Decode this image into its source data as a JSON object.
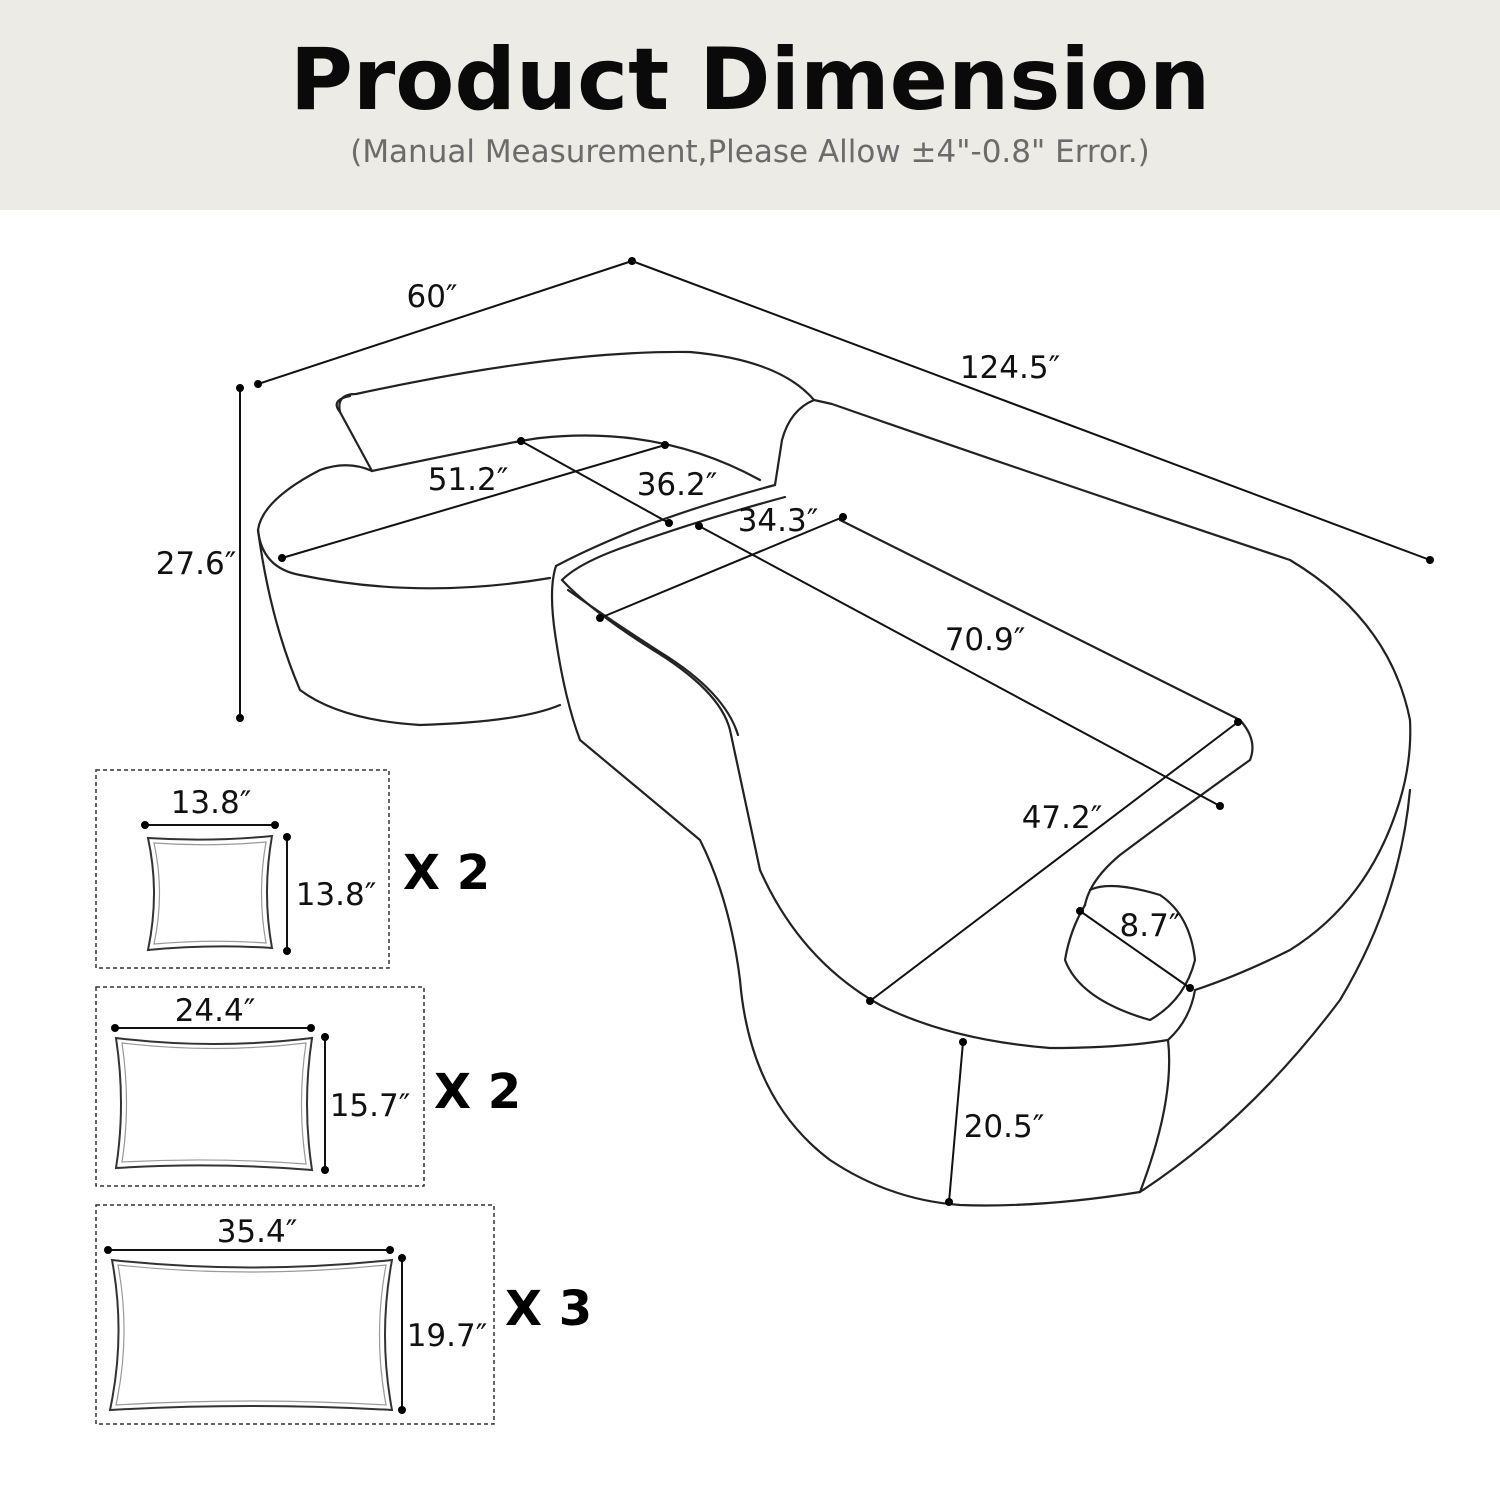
{
  "header": {
    "title": "Product Dimension",
    "subtitle": "(Manual Measurement,Please Allow ±4\"-0.8\" Error.)"
  },
  "sofa_dimensions": {
    "depth_left": "60″",
    "overall_length": "124.5″",
    "height": "27.6″",
    "left_seat_width": "51.2″",
    "left_seat_depth": "36.2″",
    "center_width": "34.3″",
    "chaise_length": "70.9″",
    "chaise_width": "47.2″",
    "arm_width": "8.7″",
    "seat_height": "20.5″"
  },
  "pillows": [
    {
      "width": "13.8″",
      "height": "13.8″",
      "quantity": "X 2"
    },
    {
      "width": "24.4″",
      "height": "15.7″",
      "quantity": "X 2"
    },
    {
      "width": "35.4″",
      "height": "19.7″",
      "quantity": "X 3"
    }
  ]
}
